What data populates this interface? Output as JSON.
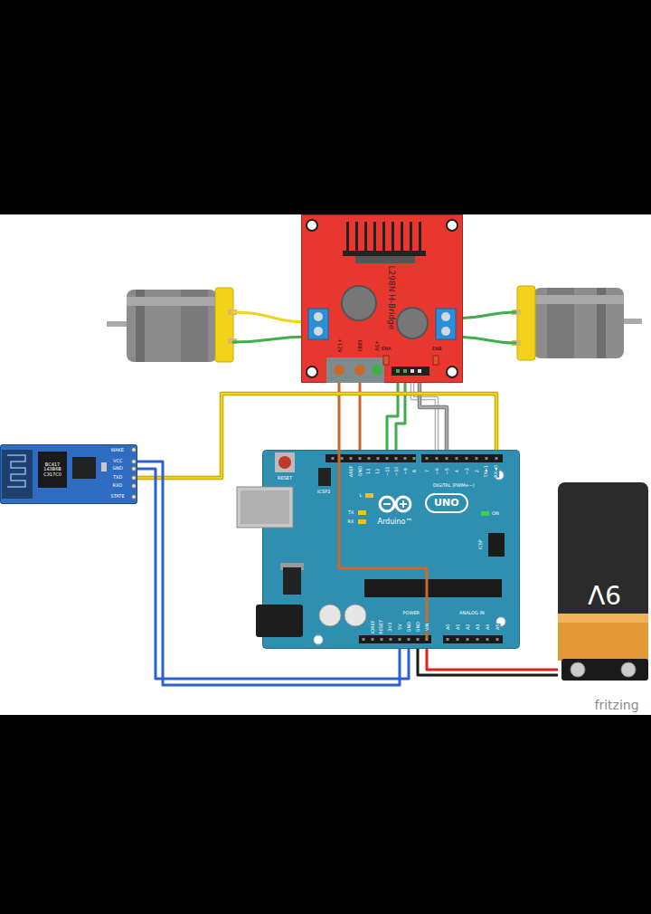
{
  "diagram": {
    "nodes": [
      {
        "text": [
          "L298N H-Bridge",
          "+12V",
          "GND",
          "+5V",
          "ENA",
          "ENB"
        ]
      },
      {
        "text": [
          "WAKE",
          "VCC",
          "GND",
          "TXD",
          "RXD",
          "STATE",
          "BC417 143B6B C317C0"
        ]
      },
      {
        "text": [
          "RESET",
          "ICSP2",
          "AREF",
          "GND",
          "13",
          "12",
          "~11",
          "~10",
          "~9",
          "8",
          "7",
          "~6",
          "~5",
          "4",
          "~3",
          "2",
          "TX►1",
          "RX◄0",
          "DIGITAL (PWM=~)",
          "L",
          "TX",
          "RX",
          "UNO",
          "Arduino™",
          "ON",
          "ICSP",
          "IOREF",
          "RESET",
          "3V3",
          "5V",
          "GND",
          "GND",
          "VIN",
          "POWER",
          "ANALOG IN",
          "A0",
          "A1",
          "A2",
          "A3",
          "A4",
          "A5"
        ]
      },
      {
        "text": [
          "9V"
        ]
      }
    ],
    "edges": [
      {
        "from": 0,
        "to": 2,
        "arrow": "none"
      },
      {
        "from": 0,
        "to": 2,
        "arrow": "none"
      },
      {
        "from": 0,
        "to": 2,
        "arrow": "none"
      },
      {
        "from": 0,
        "to": 2,
        "arrow": "none"
      },
      {
        "from": 0,
        "to": 2,
        "arrow": "none"
      },
      {
        "from": 0,
        "to": 2,
        "arrow": "none"
      },
      {
        "from": 1,
        "to": 2,
        "arrow": "none"
      },
      {
        "from": 1,
        "to": 2,
        "arrow": "none"
      },
      {
        "from": 1,
        "to": 2,
        "arrow": "none"
      },
      {
        "from": 3,
        "to": 2,
        "arrow": "none"
      },
      {
        "from": 3,
        "to": 2,
        "arrow": "none"
      }
    ],
    "labels": [
      "fritzing"
    ]
  }
}
